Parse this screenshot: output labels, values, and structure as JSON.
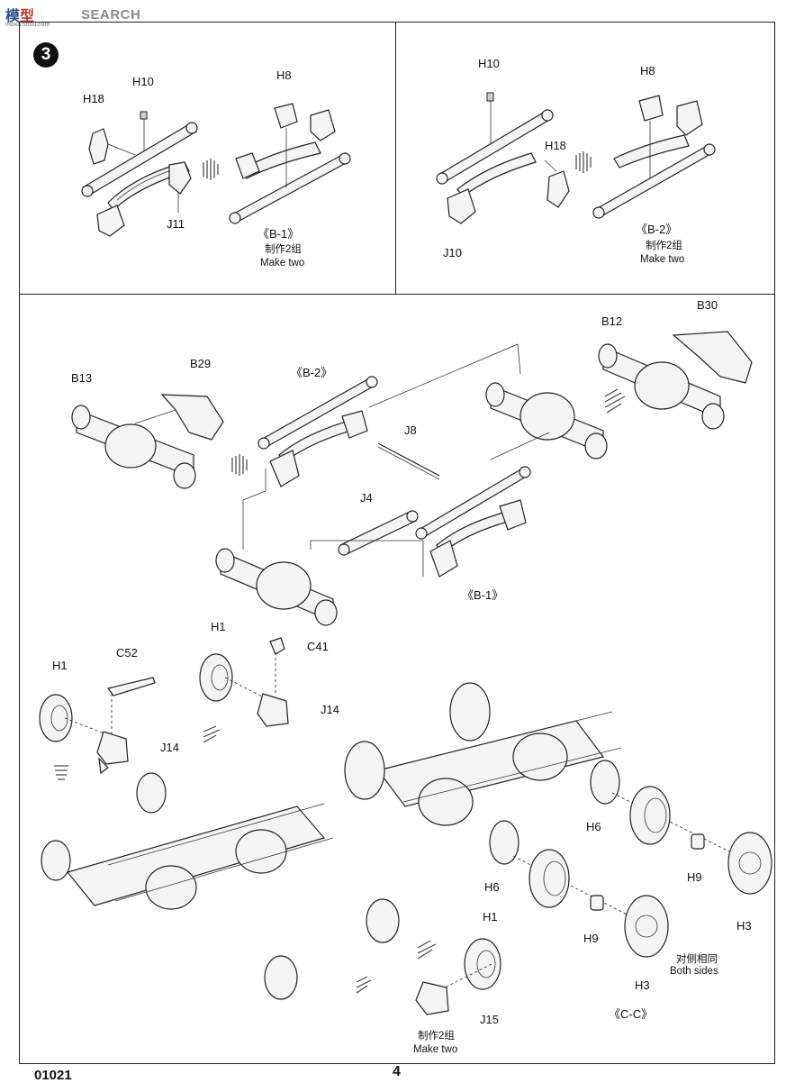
{
  "watermark": {
    "brand": "SEARCH",
    "logo": "模",
    "logo_accent": "型",
    "url": "moxa.shou.com"
  },
  "step": {
    "number": "3"
  },
  "panel_a": {
    "labels": {
      "h18": "H18",
      "h10": "H10",
      "h8": "H8",
      "j11": "J11"
    },
    "result": "《B-1》",
    "note_cn": "制作2组",
    "note_en": "Make two"
  },
  "panel_b": {
    "labels": {
      "h10": "H10",
      "h8": "H8",
      "h18": "H18",
      "j10": "J10"
    },
    "result": "《B-2》",
    "note_cn": "制作2组",
    "note_en": "Make two"
  },
  "panel_main": {
    "labels": {
      "b13": "B13",
      "b29": "B29",
      "b2_ref": "《B-2》",
      "j8": "J8",
      "j4": "J4",
      "b1_ref": "《B-1》",
      "b12": "B12",
      "b30": "B30"
    }
  },
  "wheels": {
    "labels": {
      "h1_a": "H1",
      "c52": "C52",
      "j14_a": "J14",
      "h1_b": "H1",
      "c41": "C41",
      "j14_b": "J14",
      "h6_a": "H6",
      "h9_a": "H9",
      "h3_a": "H3",
      "h6_b": "H6",
      "h9_b": "H9",
      "h3_b": "H3",
      "h1_c": "H1",
      "j15": "J15",
      "cc_ref": "《C-C》"
    },
    "both_sides_cn": "对侧相同",
    "both_sides_en": "Both sides",
    "make_two_cn": "制作2组",
    "make_two_en": "Make two"
  },
  "footer": {
    "code": "01021",
    "page": "4"
  }
}
